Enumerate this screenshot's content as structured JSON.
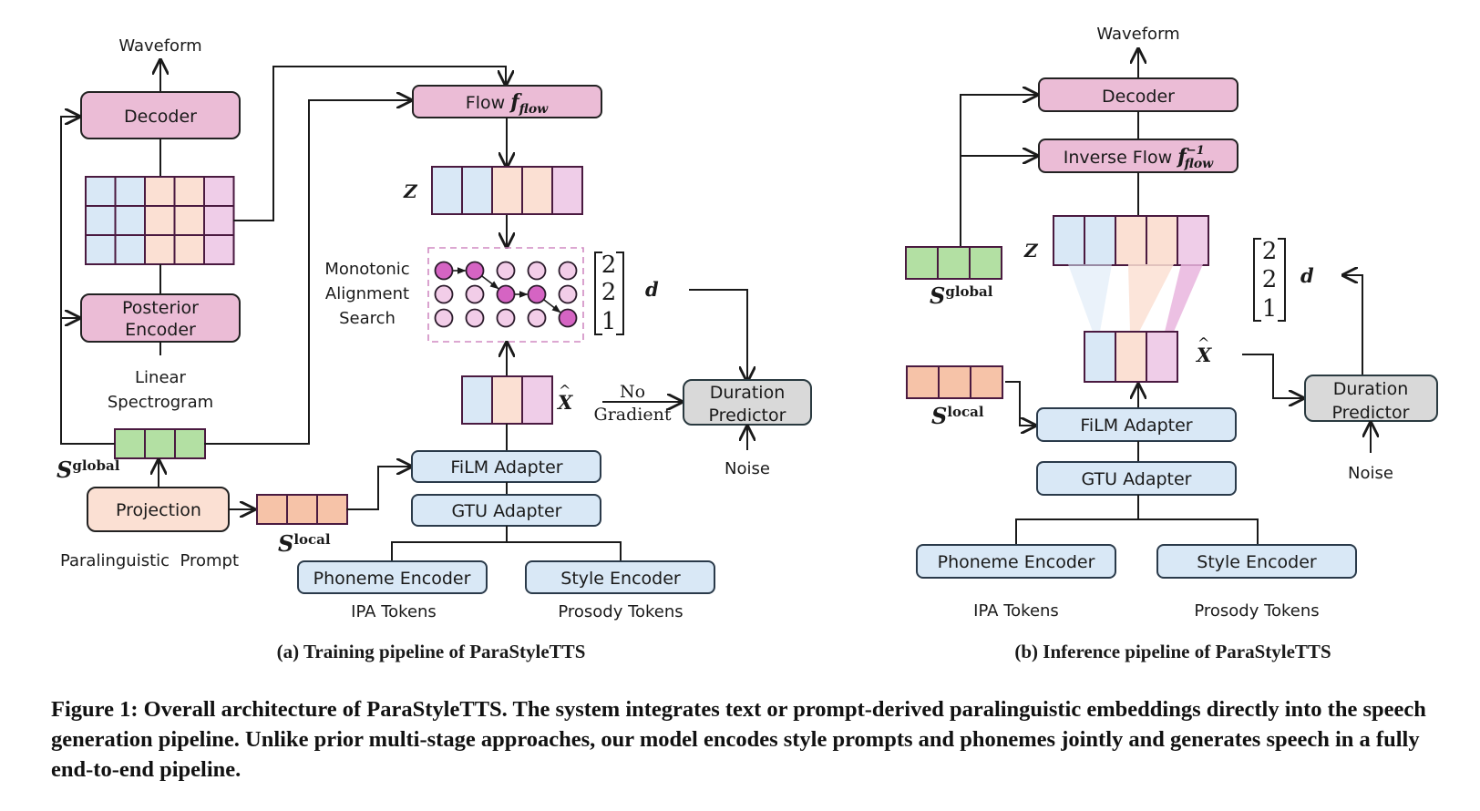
{
  "colors": {
    "pink_block": "#ebbcd6",
    "blue_block": "#d9e8f6",
    "gray_block": "#d9d9d9",
    "peach_block": "#fbe0d3",
    "green_cell": "#b3e0a3",
    "salmon_cell": "#f6c3a8",
    "cell_blue": "#d9e8f6",
    "cell_peach": "#fbe0d3",
    "cell_pink": "#efcde8",
    "node_dark": "#d564c3",
    "node_light": "#f2cde8",
    "dashed_border": "#d08ac2",
    "cell_border": "#4a1a40"
  },
  "training": {
    "subtitle": "(a) Training pipeline of ParaStyleTTS",
    "waveform": "Waveform",
    "decoder": "Decoder",
    "posterior_encoder": [
      "Posterior",
      "Encoder"
    ],
    "linear_spectrogram": [
      "Linear",
      "Spectrogram"
    ],
    "s_global": {
      "base": "S",
      "sup": "global"
    },
    "s_local": {
      "base": "S",
      "sup": "local"
    },
    "projection": "Projection",
    "paralinguistic_prompt": "Paralinguistic  Prompt",
    "flow": {
      "text": "Flow ",
      "func": "f",
      "sub": "flow"
    },
    "z_label": "Z",
    "mas_label": [
      "Monotonic",
      "Alignment",
      "Search"
    ],
    "duration_vector": [
      "2",
      "2",
      "1"
    ],
    "d_label": "d",
    "x_hat": "X",
    "no_gradient": [
      "No",
      "Gradient"
    ],
    "duration_predictor": [
      "Duration",
      "Predictor"
    ],
    "noise": "Noise",
    "film_adapter": "FiLM Adapter",
    "gtu_adapter": "GTU Adapter",
    "phoneme_encoder": "Phoneme Encoder",
    "style_encoder": "Style Encoder",
    "ipa_tokens": "IPA Tokens",
    "prosody_tokens": "Prosody Tokens",
    "alignment_path": [
      [
        0,
        0
      ],
      [
        0,
        1
      ],
      [
        1,
        2
      ],
      [
        1,
        3
      ],
      [
        2,
        4
      ]
    ]
  },
  "inference": {
    "subtitle": "(b) Inference pipeline of ParaStyleTTS",
    "waveform": "Waveform",
    "decoder": "Decoder",
    "inverse_flow": {
      "text": "Inverse Flow ",
      "func": "f",
      "sup": "−1",
      "sub": "flow"
    },
    "z_label": "Z",
    "s_global": {
      "base": "S",
      "sup": "global"
    },
    "s_local": {
      "base": "S",
      "sup": "local"
    },
    "duration_vector": [
      "2",
      "2",
      "1"
    ],
    "d_label": "d",
    "x_hat": "X",
    "duration_predictor": [
      "Duration",
      "Predictor"
    ],
    "noise": "Noise",
    "film_adapter": "FiLM Adapter",
    "gtu_adapter": "GTU Adapter",
    "phoneme_encoder": "Phoneme Encoder",
    "style_encoder": "Style Encoder",
    "ipa_tokens": "IPA Tokens",
    "prosody_tokens": "Prosody Tokens"
  },
  "caption": "Figure 1: Overall architecture of ParaStyleTTS. The system integrates text or prompt-derived paralinguistic embeddings directly into the speech generation pipeline. Unlike prior multi-stage approaches, our model encodes style prompts and phonemes jointly and generates speech in a fully end-to-end pipeline."
}
